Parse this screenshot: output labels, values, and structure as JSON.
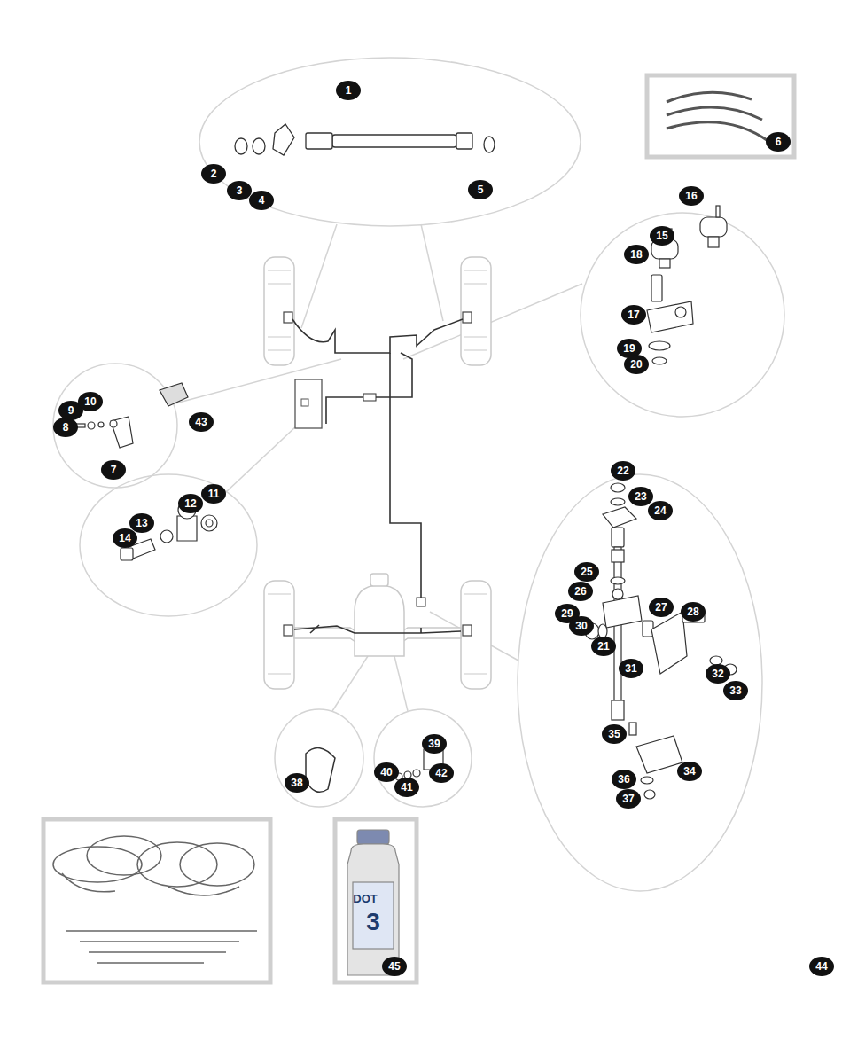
{
  "diagram": {
    "labels": [
      "1",
      "2",
      "3",
      "4",
      "5",
      "6",
      "7",
      "8",
      "9",
      "10",
      "11",
      "12",
      "13",
      "14",
      "15",
      "16",
      "17",
      "18",
      "19",
      "20",
      "21",
      "22",
      "23",
      "24",
      "25",
      "26",
      "27",
      "28",
      "29",
      "30",
      "31",
      "32",
      "33",
      "34",
      "35",
      "36",
      "37",
      "38",
      "39",
      "40",
      "41",
      "42",
      "43",
      "44",
      "45",
      "DOT",
      "3"
    ]
  }
}
